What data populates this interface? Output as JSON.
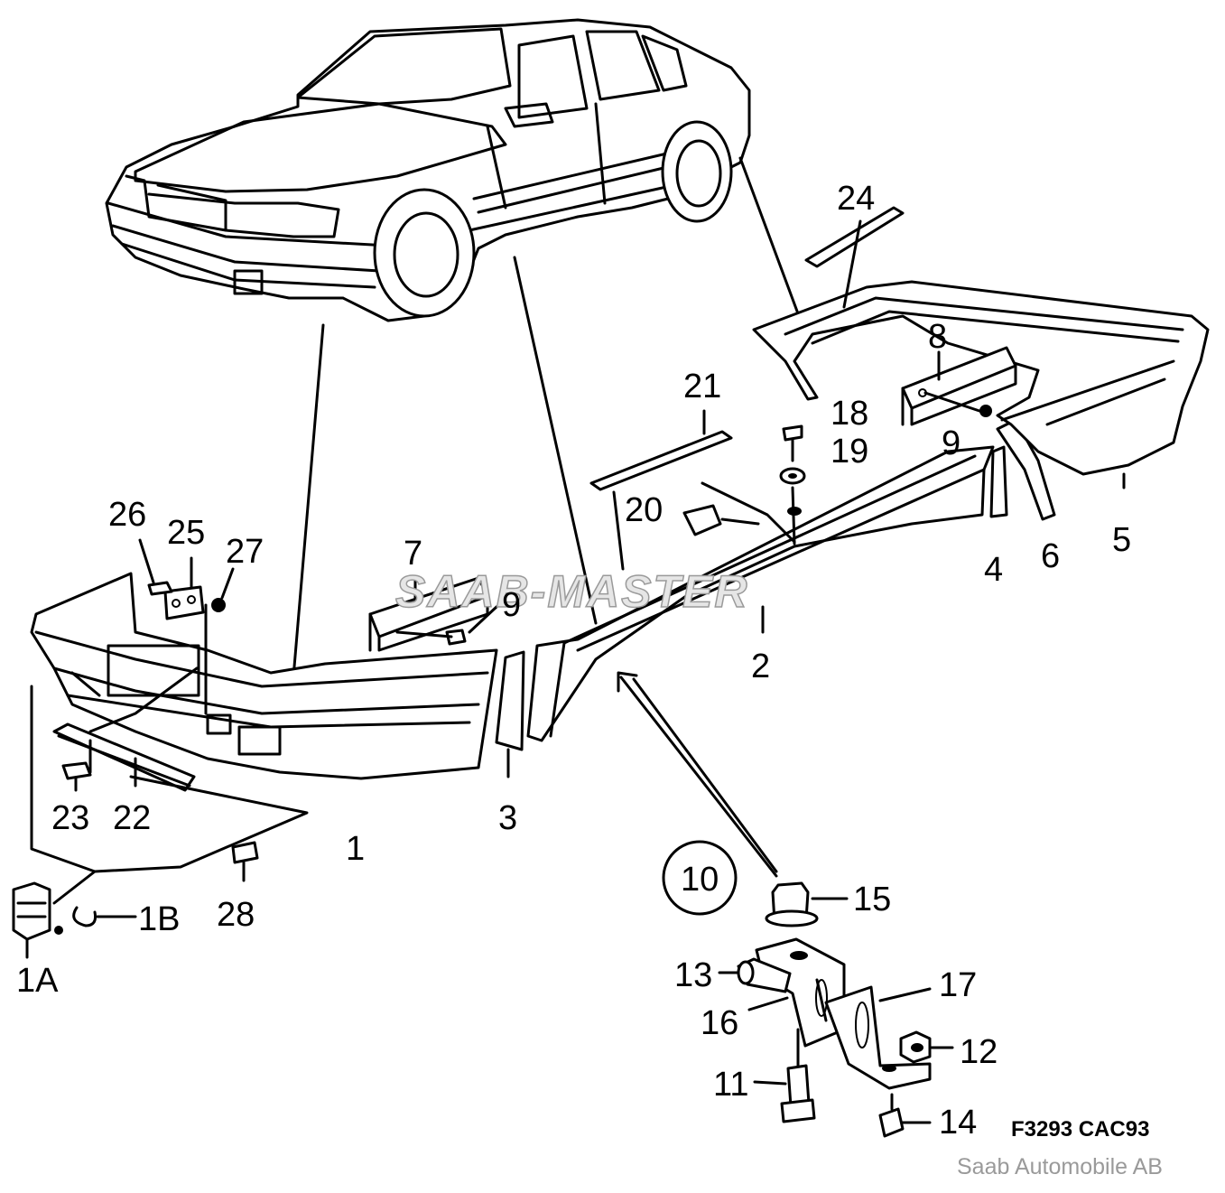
{
  "diagram": {
    "drawing_code": "F3293 CAC93",
    "copyright": "Saab Automobile AB",
    "watermark": "SAAB-MASTER",
    "group_label": "10",
    "callouts": {
      "c1": "1",
      "c1A": "1A",
      "c1B": "1B",
      "c2": "2",
      "c3": "3",
      "c4": "4",
      "c5": "5",
      "c6": "6",
      "c7": "7",
      "c8": "8",
      "c9a": "9",
      "c9b": "9",
      "c11": "11",
      "c12": "12",
      "c13": "13",
      "c14": "14",
      "c15": "15",
      "c16": "16",
      "c17": "17",
      "c18": "18",
      "c19": "19",
      "c20": "20",
      "c21": "21",
      "c22": "22",
      "c23": "23",
      "c24": "24",
      "c25": "25",
      "c26": "26",
      "c27": "27",
      "c28": "28"
    }
  }
}
